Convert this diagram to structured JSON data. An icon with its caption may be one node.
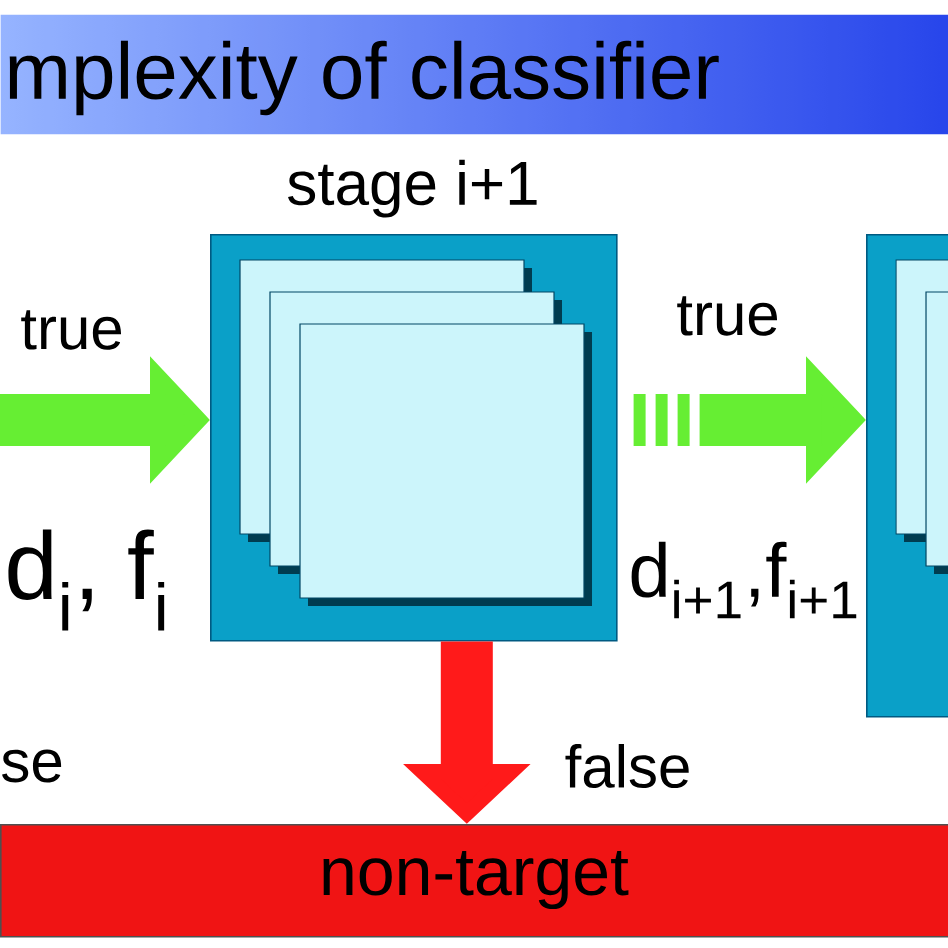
{
  "diagram": {
    "nodes": [
      {
        "text": [
          "mplexity of classifier"
        ]
      },
      {
        "text": [
          "stage i+1"
        ]
      },
      {
        "text": [],
        "shape": "box"
      },
      {
        "text": [
          "non-target"
        ]
      }
    ],
    "edges": [
      {
        "from": null,
        "to": 1,
        "arrow": "to",
        "label": "true"
      },
      {
        "from": 1,
        "to": 2,
        "arrow": "to",
        "label": "true",
        "style": "dashed"
      },
      {
        "from": 1,
        "to": 3,
        "arrow": "to",
        "label": "false",
        "color": "#ff1a1a"
      }
    ],
    "labels": [
      "d$_{i}$, f$_{i}$",
      "d$_{i+1}$,f$_{i+1}$",
      "se"
    ]
  }
}
